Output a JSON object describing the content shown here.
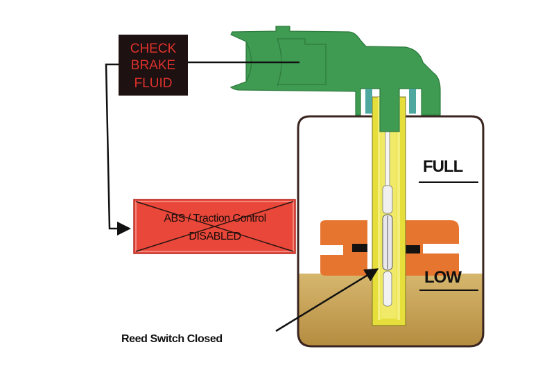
{
  "diagram": {
    "title": "Brake fluid level sensor - low fluid condition",
    "warning_lamp": {
      "lines": [
        "CHECK",
        "BRAKE",
        "FLUID"
      ],
      "state": "illuminated",
      "text_color": "#e0312c",
      "background_color": "#1d1112"
    },
    "abs_message": {
      "lines": [
        "ABS / Traction Control",
        "DISABLED"
      ],
      "state": "crossed-out",
      "background_color": "#e9473a"
    },
    "reservoir_labels": {
      "full": "FULL",
      "low": "LOW"
    },
    "callout": {
      "label": "Reed Switch Closed"
    },
    "colors": {
      "connector": "#3f9a52",
      "fluid": "#c9a55a",
      "float": "#e6752f",
      "sensor_tube": "#e6de3a",
      "outline": "#3a2420"
    }
  }
}
